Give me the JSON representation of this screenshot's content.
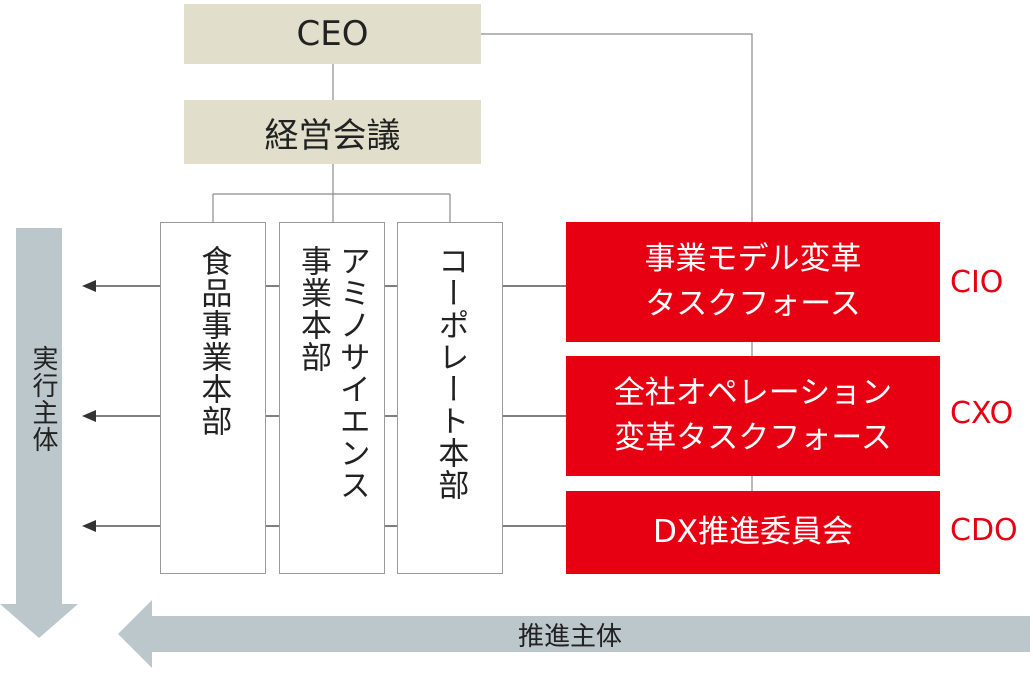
{
  "ceo": "CEO",
  "management_meeting": "経営会議",
  "divisions": [
    "食品事業本部",
    [
      "アミノサイエンス",
      "事業本部"
    ],
    "コーポレート本部"
  ],
  "task_forces": [
    {
      "lines": [
        "事業モデル変革",
        "タスクフォース"
      ],
      "role": "CIO"
    },
    {
      "lines": [
        "全社オペレーション",
        "変革タスクフォース"
      ],
      "role": "CXO"
    },
    {
      "lines": [
        "DX推進委員会"
      ],
      "role": "CDO"
    }
  ],
  "execution_label": "実行主体",
  "promotion_label": "推進主体",
  "colors": {
    "red": "#e60012",
    "beige": "#e1dfcb",
    "arrow_gray": "#bcc7cc"
  }
}
